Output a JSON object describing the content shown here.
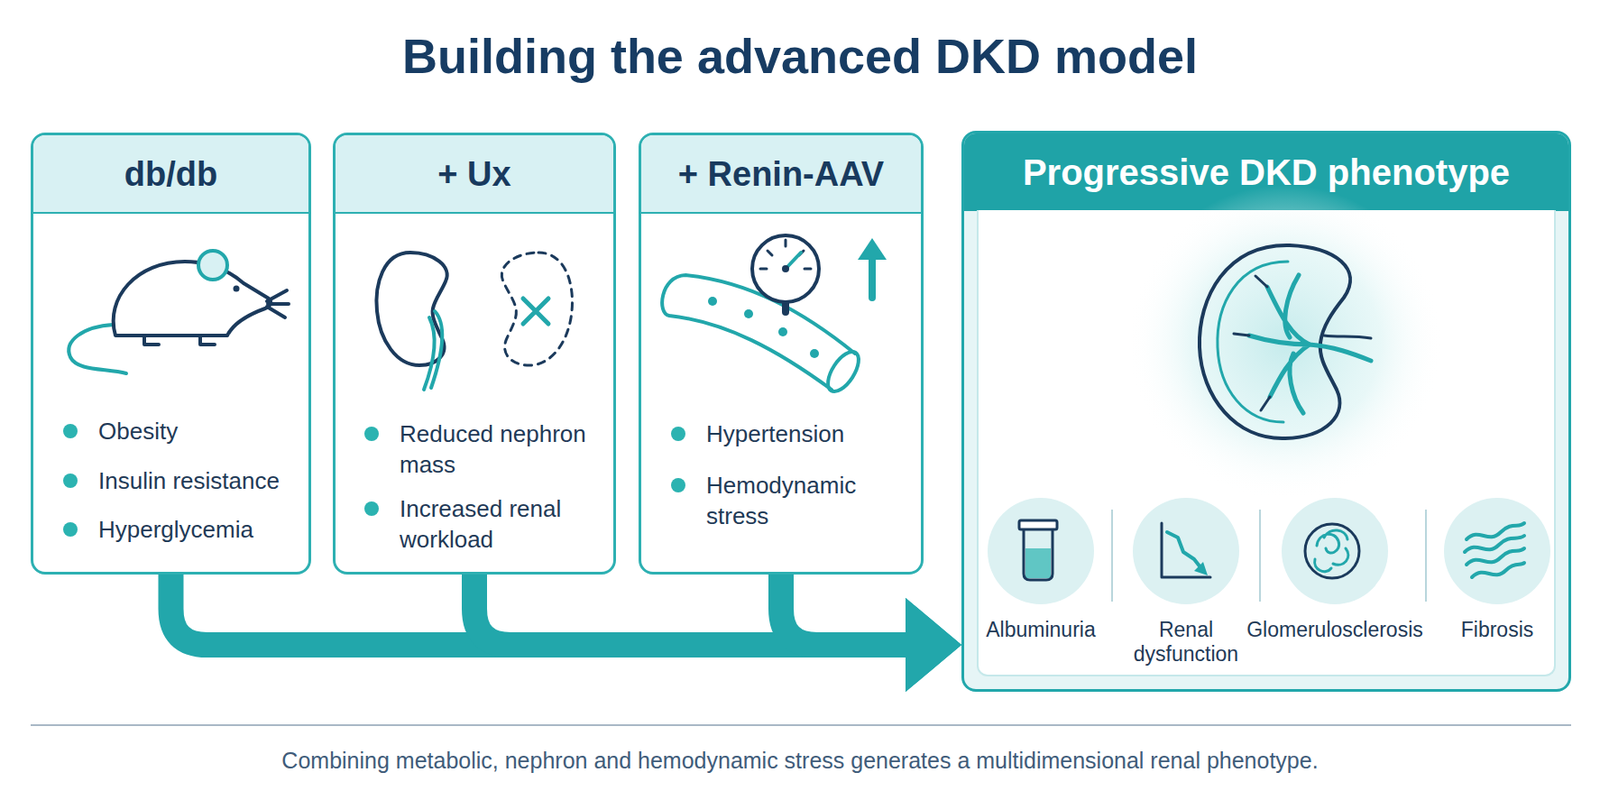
{
  "diagram": {
    "title": "Building the advanced DKD model",
    "caption": "Combining metabolic, nephron and hemodynamic stress generates a multidimensional renal phenotype.",
    "nodes": [
      {
        "text": [
          "db/db",
          "Obesity",
          "Insulin resistance",
          "Hyperglycemia"
        ]
      },
      {
        "text": [
          "+ Ux",
          "Reduced nephron mass",
          "Increased renal workload"
        ]
      },
      {
        "text": [
          "+ Renin-AAV",
          "Hypertension",
          "Hemodynamic stress"
        ]
      },
      {
        "text": [
          "Progressive DKD phenotype"
        ]
      },
      {
        "text": [
          "Albuminuria"
        ],
        "in": 3
      },
      {
        "text": [
          "Renal dysfunction"
        ],
        "in": 3
      },
      {
        "text": [
          "Glomerulosclerosis"
        ],
        "in": 3
      },
      {
        "text": [
          "Fibrosis"
        ],
        "in": 3
      }
    ],
    "edges": [
      {
        "from": 0,
        "to": 3,
        "arrow": "to"
      },
      {
        "from": 1,
        "to": 3,
        "arrow": "to"
      },
      {
        "from": 2,
        "to": 3,
        "arrow": "to"
      }
    ]
  }
}
